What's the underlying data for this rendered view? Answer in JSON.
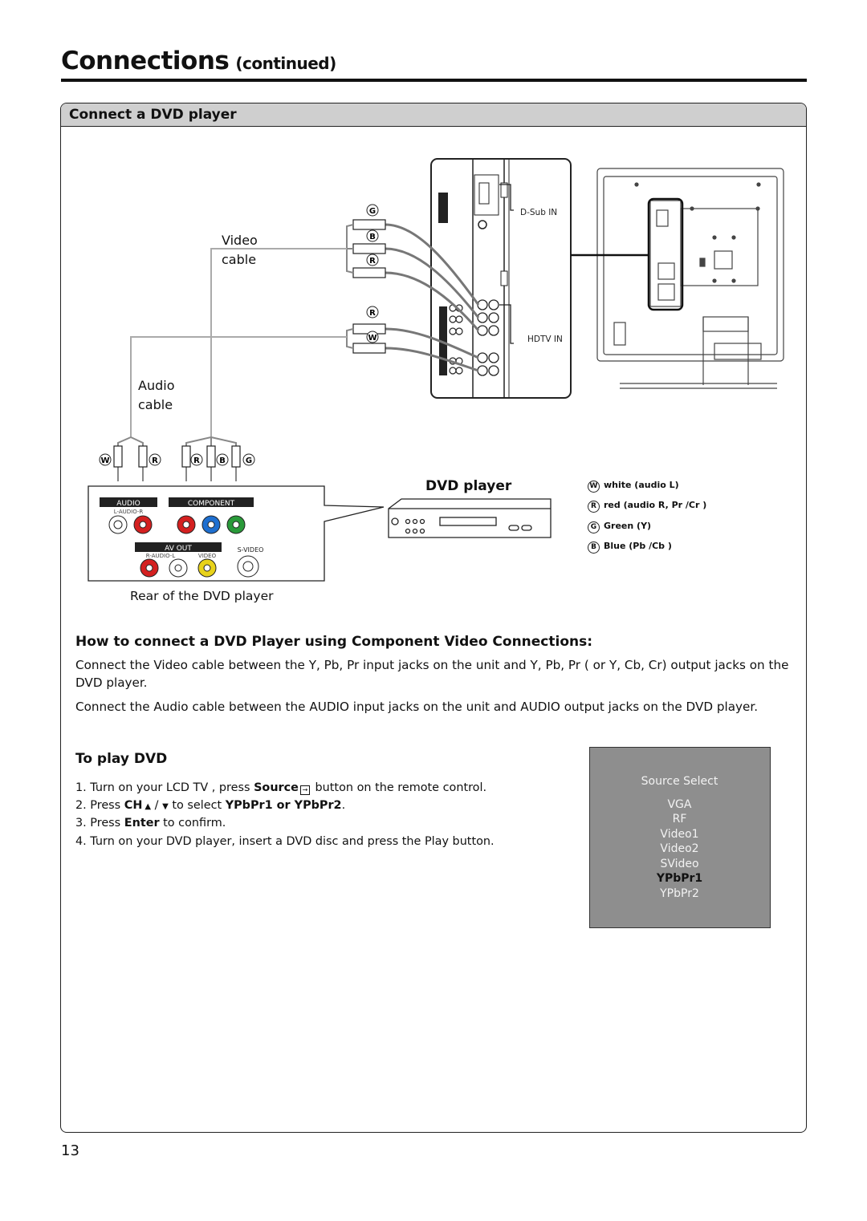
{
  "header": {
    "title": "Connections",
    "subtitle": "(continued)"
  },
  "section": {
    "title": "Connect a DVD player"
  },
  "diagram": {
    "video_cable_l1": "Video",
    "video_cable_l2": "cable",
    "audio_cable_l1": "Audio",
    "audio_cable_l2": "cable",
    "dsub_in": "D-Sub IN",
    "hdtv_in": "HDTV IN",
    "dvd_player": "DVD player",
    "rear_caption": "Rear of the DVD player",
    "panel_audio": "AUDIO",
    "panel_component": "COMPONENT",
    "panel_av_out": "AV OUT",
    "panel_svideo": "S-VIDEO",
    "panel_audio_sub": "L-AUDIO-R",
    "panel_av_sub": "R-AUDIO-L",
    "panel_video": "VIDEO",
    "plug_letters": [
      "W",
      "R",
      "R",
      "B",
      "G"
    ],
    "cable_letters_video": [
      "G",
      "B",
      "R"
    ],
    "cable_letters_audio": [
      "R",
      "W"
    ]
  },
  "legend": [
    {
      "letter": "W",
      "text": "white (audio L)"
    },
    {
      "letter": "R",
      "text": "red (audio R, Pr /Cr )"
    },
    {
      "letter": "G",
      "text": "Green (Y)"
    },
    {
      "letter": "B",
      "text": "Blue (Pb /Cb )"
    }
  ],
  "how": {
    "heading": "How to connect a DVD Player using Component Video Connections:",
    "para1": "Connect the Video cable between the Y, Pb, Pr input jacks on the unit and Y, Pb, Pr ( or Y, Cb, Cr) output jacks on the DVD player.",
    "para2": "Connect the Audio cable between  the AUDIO  input jacks on the unit and AUDIO output jacks on the DVD player."
  },
  "play": {
    "heading": "To play DVD",
    "step1_a": "1. Turn on your LCD TV , press ",
    "step1_b": "Source",
    "step1_c": " button on the remote control.",
    "step2_a": "2. Press ",
    "step2_b": "CH",
    "step2_c": " to select ",
    "step2_d": "YPbPr1 or YPbPr2",
    "step2_e": ".",
    "step3_a": "3. Press ",
    "step3_b": "Enter",
    "step3_c": " to confirm.",
    "step4": "4. Turn on your DVD player, insert a DVD disc and press the Play button."
  },
  "source_menu": {
    "title": "Source Select",
    "items": [
      "VGA",
      "RF",
      "Video1",
      "Video2",
      "SVideo",
      "YPbPr1",
      "YPbPr2"
    ],
    "selected": "YPbPr1"
  },
  "page_number": "13",
  "colors": {
    "red": "#d42020",
    "blue": "#1e6fd0",
    "green": "#2a9a3a",
    "yellow": "#e8d21a",
    "gray_bar": "#cfcfcf",
    "menu_bg": "#8e8e8e"
  }
}
